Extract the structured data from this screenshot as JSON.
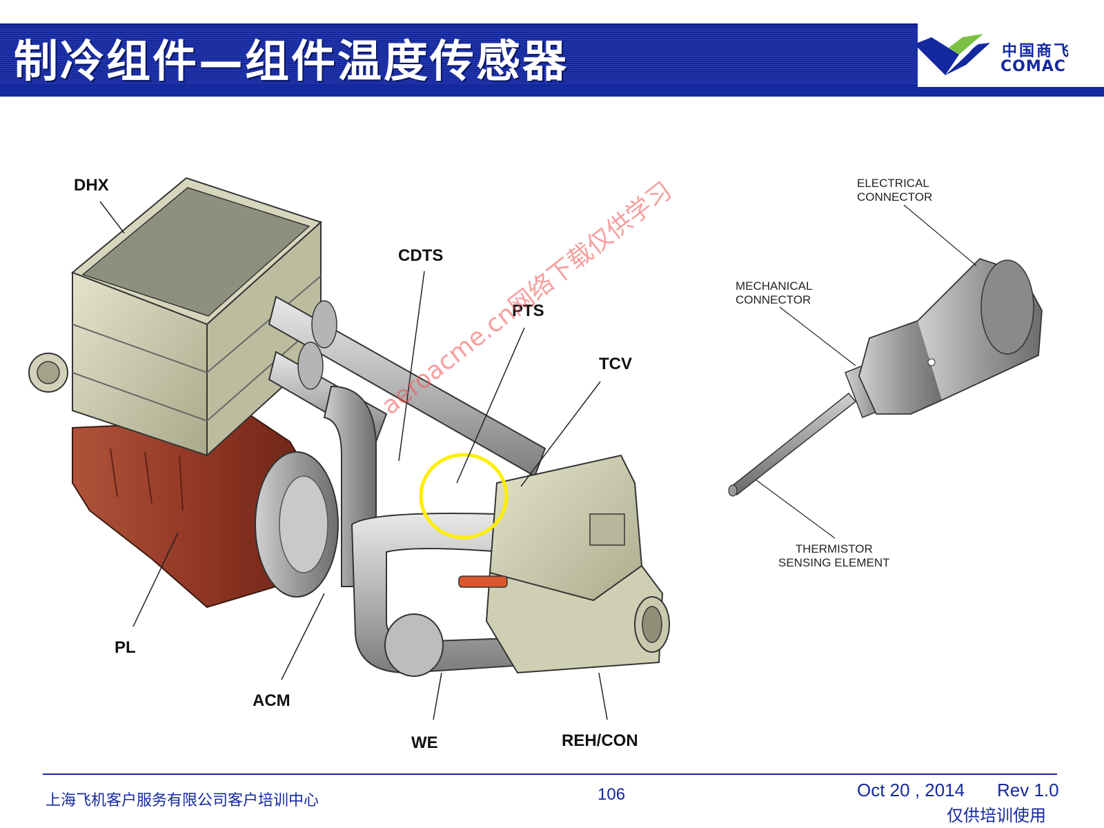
{
  "header": {
    "title": "制冷组件—组件温度传感器",
    "logo_cn": "中国商飞",
    "logo_en": "COMAC"
  },
  "figure": {
    "labels": {
      "dhx": "DHX",
      "cdts": "CDTS",
      "pts": "PTS",
      "tcv": "TCV",
      "pl": "PL",
      "acm": "ACM",
      "we": "WE",
      "reh_con": "REH/CON"
    },
    "sensor_labels": {
      "electrical_1": "ELECTRICAL",
      "electrical_2": "CONNECTOR",
      "mechanical_1": "MECHANICAL",
      "mechanical_2": "CONNECTOR",
      "thermistor_1": "THERMISTOR",
      "thermistor_2": "SENSING ELEMENT"
    },
    "watermark": "aeroacme.cn网络下载仅供学习",
    "highlight_color": "#ffee00"
  },
  "footer": {
    "org": "上海飞机客户服务有限公司客户培训中心",
    "page": "106",
    "date": "Oct 20 , 2014",
    "rev": "Rev 1.0",
    "note": "仅供培训使用"
  },
  "colors": {
    "brand_blue": "#1428a0",
    "logo_green": "#7ac143"
  }
}
